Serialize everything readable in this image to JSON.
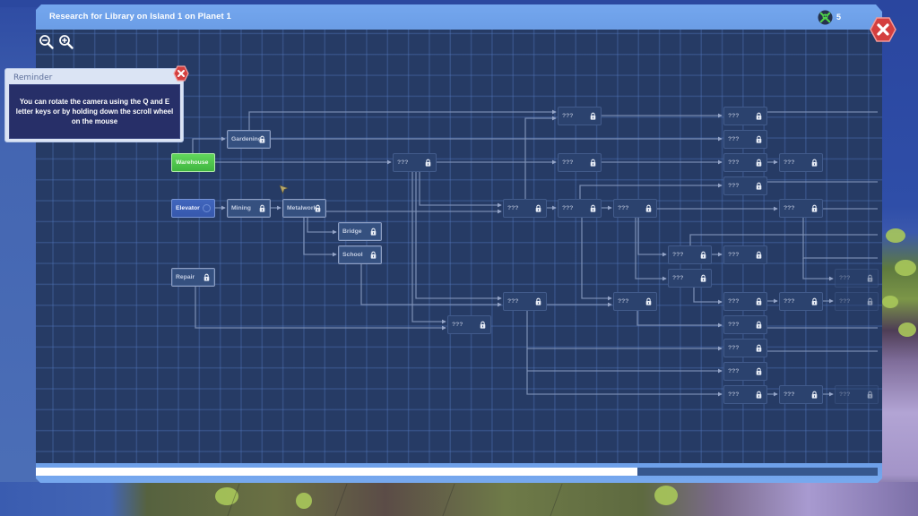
{
  "window": {
    "title": "Research for Library on Island 1 on Planet 1",
    "research_points_icon": "skull-crossbones-icon",
    "research_points": "5",
    "close_icon": "close-icon"
  },
  "toolbar": {
    "zoom_out_icon": "zoom-out-icon",
    "zoom_in_icon": "zoom-in-icon"
  },
  "reminder": {
    "title": "Reminder",
    "message": "You can rotate the camera using the Q and E letter keys or by holding down the scroll wheel on the mouse",
    "close_icon": "close-icon"
  },
  "research_tree": {
    "nodes": [
      {
        "label": "Warehouse",
        "state": "completed",
        "locked": false
      },
      {
        "label": "Elevator",
        "state": "in-progress",
        "locked": false
      },
      {
        "label": "Repair",
        "state": "locked",
        "locked": true
      },
      {
        "label": "Gardening",
        "state": "locked",
        "locked": true
      },
      {
        "label": "Mining",
        "state": "locked",
        "locked": true
      },
      {
        "label": "Metalwork",
        "state": "locked",
        "locked": true
      },
      {
        "label": "Bridge",
        "state": "locked",
        "locked": true
      },
      {
        "label": "School",
        "state": "locked",
        "locked": true
      },
      {
        "label": "???",
        "state": "unknown",
        "locked": true
      },
      {
        "label": "???",
        "state": "unknown",
        "locked": true
      },
      {
        "label": "???",
        "state": "unknown",
        "locked": true
      },
      {
        "label": "???",
        "state": "unknown",
        "locked": true
      },
      {
        "label": "???",
        "state": "unknown",
        "locked": true
      },
      {
        "label": "???",
        "state": "unknown",
        "locked": true
      },
      {
        "label": "???",
        "state": "unknown",
        "locked": true
      },
      {
        "label": "???",
        "state": "unknown",
        "locked": true
      },
      {
        "label": "???",
        "state": "unknown",
        "locked": true
      },
      {
        "label": "???",
        "state": "unknown",
        "locked": true
      },
      {
        "label": "???",
        "state": "unknown",
        "locked": true
      },
      {
        "label": "???",
        "state": "unknown",
        "locked": true
      },
      {
        "label": "???",
        "state": "unknown",
        "locked": true
      },
      {
        "label": "???",
        "state": "unknown",
        "locked": true
      },
      {
        "label": "???",
        "state": "unknown",
        "locked": true
      },
      {
        "label": "???",
        "state": "unknown",
        "locked": true
      },
      {
        "label": "???",
        "state": "unknown",
        "locked": true
      },
      {
        "label": "???",
        "state": "unknown",
        "locked": true
      },
      {
        "label": "???",
        "state": "unknown",
        "locked": true
      },
      {
        "label": "???",
        "state": "unknown",
        "locked": true
      },
      {
        "label": "???",
        "state": "unknown",
        "locked": true
      },
      {
        "label": "???",
        "state": "unknown",
        "locked": true
      },
      {
        "label": "???",
        "state": "unknown",
        "locked": true
      },
      {
        "label": "???",
        "state": "unknown",
        "locked": true
      },
      {
        "label": "???",
        "state": "unknown",
        "locked": true
      },
      {
        "label": "???",
        "state": "unknown",
        "locked": true
      },
      {
        "label": "???",
        "state": "unknown",
        "locked": true
      },
      {
        "label": "???",
        "state": "unknown",
        "locked": true
      }
    ]
  },
  "scrollbar": {
    "orientation": "horizontal",
    "thumb_start_fraction": 0,
    "thumb_end_fraction": 0.715
  },
  "colors": {
    "title_bar": "#6fa2ea",
    "panel": "#263b65",
    "completed_node": "#4cc44c",
    "in_progress_node": "#3b5fb6",
    "close_button": "#d64141",
    "scroll_thumb": "#ffffff"
  }
}
